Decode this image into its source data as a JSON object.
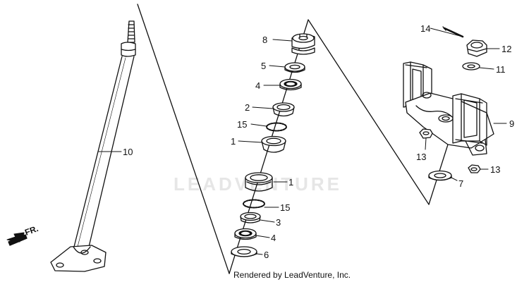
{
  "watermark": "LEADVENTURE",
  "credit": "Rendered by LeadVenture, Inc.",
  "direction_label": "FR.",
  "callouts": {
    "c1a": "1",
    "c1b": "1",
    "c2": "2",
    "c3": "3",
    "c4a": "4",
    "c4b": "4",
    "c5": "5",
    "c6": "6",
    "c7": "7",
    "c8": "8",
    "c9": "9",
    "c10": "10",
    "c11": "11",
    "c12": "12",
    "c13a": "13",
    "c13b": "13",
    "c14": "14",
    "c15a": "15",
    "c15b": "15"
  },
  "colors": {
    "line": "#111111",
    "watermark": "#e6e6e6"
  }
}
